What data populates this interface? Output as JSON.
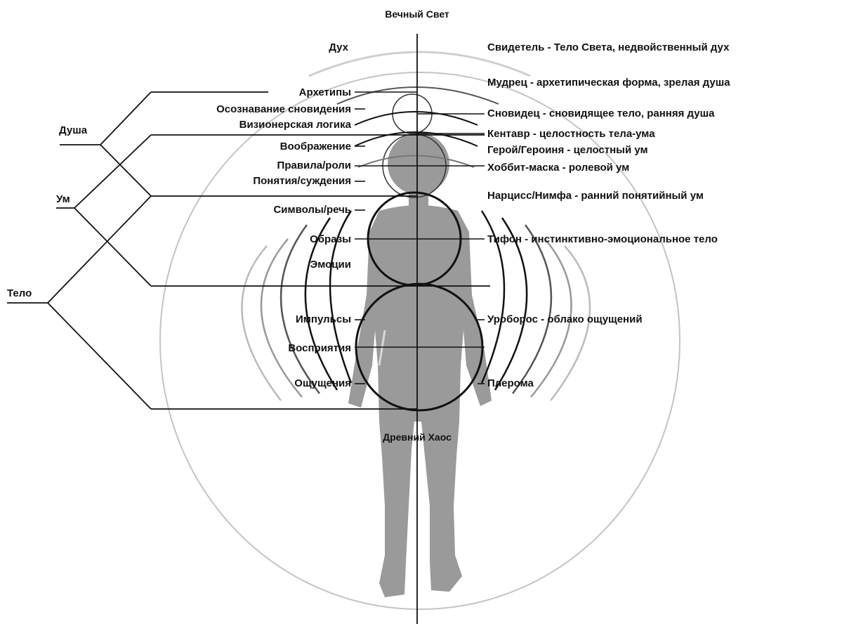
{
  "title_top": "Вечный Свет",
  "title_bottom": "Древний Хаос",
  "levels": {
    "spirit": "Дух",
    "soul": "Душа",
    "mind": "Ум",
    "body": "Тело"
  },
  "left_labels": [
    "Архетипы",
    "Осознавание сновидения",
    "Визионерская логика",
    "Воображение",
    "Правила/роли",
    "Понятия/суждения",
    "Символы/речь",
    "Образы",
    "Эмоции",
    "Импульсы",
    "Восприятия",
    "Ощущения"
  ],
  "right_labels": [
    "Свидетель - Тело Света, недвойственный дух",
    "Мудрец - архетипическая форма, зрелая душа",
    "Сновидец - сновидящее тело, ранняя душа",
    "Кентавр - целостность тела-ума",
    "Герой/Героиня - целостный ум",
    "Хоббит-маска - ролевой ум",
    "Нарцисс/Нимфа - ранний понятийный ум",
    "Тифон - инстинктивно-эмоциональное тело",
    "Уроборос - облако ощущений",
    "Плерома"
  ],
  "colors": {
    "figure": "#9a9a9a",
    "aura": "#c9c9c9",
    "ink": "#111111"
  }
}
